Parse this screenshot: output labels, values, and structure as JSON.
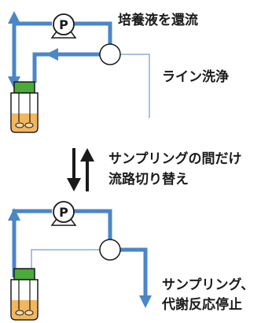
{
  "pump_symbol": "P",
  "top": {
    "reflux_label": "培養液を還流",
    "line_wash_label": "ライン洗浄"
  },
  "switch": {
    "line1": "サンプリングの間だけ",
    "line2": "流路切り替え"
  },
  "bottom": {
    "sampling_line1": "サンプリング、",
    "sampling_line2": "代謝反応停止"
  },
  "colors": {
    "flow_line": "#4a86c8",
    "thin_line": "#8aaed8",
    "bottle_cap": "#4aaa3a",
    "culture_liquid": "#f2b65c",
    "outline": "#1a1a1a"
  }
}
